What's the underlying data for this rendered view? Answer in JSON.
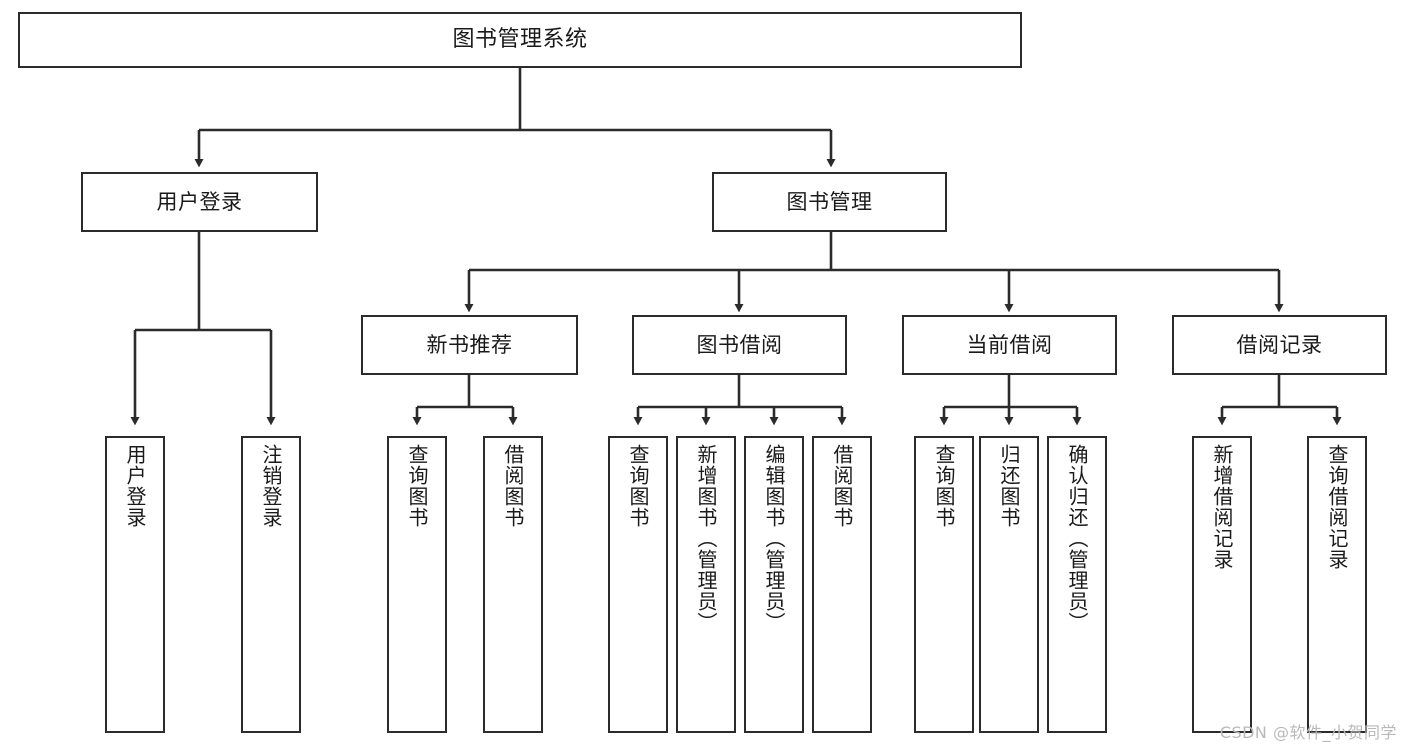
{
  "diagram": {
    "type": "tree-hierarchy-flowchart",
    "title": "图书管理系统",
    "stroke_color": "#2b2b2b",
    "background_color": "#ffffff",
    "text_color": "#1a1a1a",
    "levels": 4,
    "nodes": {
      "root": {
        "label": "图书管理系统"
      },
      "level2": [
        {
          "id": "user-login",
          "label": "用户登录"
        },
        {
          "id": "book-manage",
          "label": "图书管理"
        }
      ],
      "level3": [
        {
          "id": "new-book-rec",
          "label": "新书推荐"
        },
        {
          "id": "book-borrow",
          "label": "图书借阅"
        },
        {
          "id": "current-borrow",
          "label": "当前借阅"
        },
        {
          "id": "borrow-record",
          "label": "借阅记录"
        }
      ],
      "leaves": {
        "user_login": [
          {
            "id": "leaf-user-login",
            "label": "用户登录"
          },
          {
            "id": "leaf-logout",
            "label": "注销登录"
          }
        ],
        "new_book_rec": [
          {
            "id": "leaf-query-book-1",
            "label": "查询图书"
          },
          {
            "id": "leaf-borrow-book-1",
            "label": "借阅图书"
          }
        ],
        "book_borrow": [
          {
            "id": "leaf-query-book-2",
            "label": "查询图书"
          },
          {
            "id": "leaf-add-book",
            "label": "新增图书（管理员）"
          },
          {
            "id": "leaf-edit-book",
            "label": "编辑图书（管理员）"
          },
          {
            "id": "leaf-borrow-book-2",
            "label": "借阅图书"
          }
        ],
        "current_borrow": [
          {
            "id": "leaf-query-book-3",
            "label": "查询图书"
          },
          {
            "id": "leaf-return-book",
            "label": "归还图书"
          },
          {
            "id": "leaf-confirm-return",
            "label": "确认归还（管理员）"
          }
        ],
        "borrow_record": [
          {
            "id": "leaf-add-record",
            "label": "新增借阅记录"
          },
          {
            "id": "leaf-query-record",
            "label": "查询借阅记录"
          }
        ]
      }
    }
  },
  "watermark": {
    "text": "CSDN @软件_小贺同学"
  }
}
